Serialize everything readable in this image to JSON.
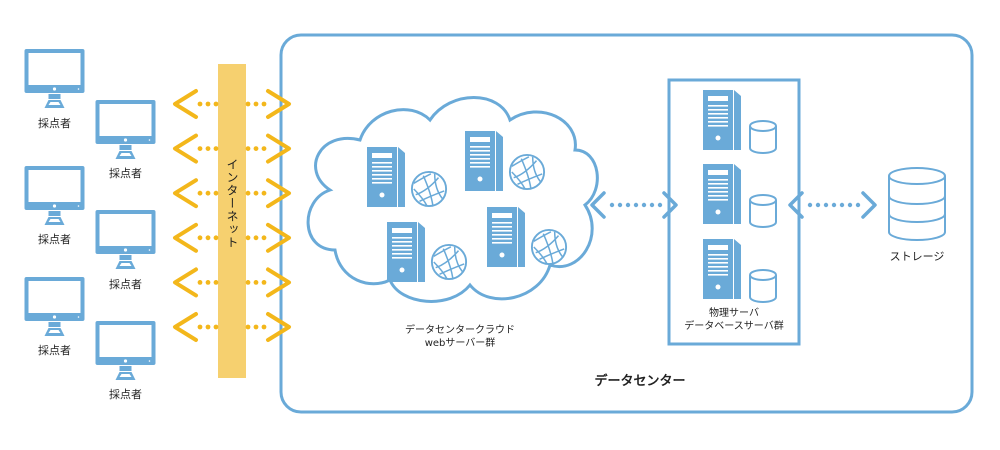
{
  "colors": {
    "blue": "#6aaad8",
    "yellow": "#f3b71b",
    "internet_bar": "#f6d06f",
    "text": "#222222"
  },
  "clients": [
    {
      "label": "採点者",
      "icon": "monitor-icon"
    },
    {
      "label": "採点者",
      "icon": "monitor-icon"
    },
    {
      "label": "採点者",
      "icon": "monitor-icon"
    },
    {
      "label": "採点者",
      "icon": "monitor-icon"
    },
    {
      "label": "採点者",
      "icon": "monitor-icon"
    },
    {
      "label": "採点者",
      "icon": "monitor-icon"
    }
  ],
  "internet": {
    "label": "インターネット",
    "connections": 6
  },
  "datacenter": {
    "label": "データセンター",
    "cloud": {
      "label_line1": "データセンタークラウド",
      "label_line2": "webサーバー群",
      "servers": 4,
      "icon": "web-server-globe-icon"
    },
    "db_group": {
      "label_line1": "物理サーバ",
      "label_line2": "データベースサーバ群",
      "servers": 3,
      "icon": "database-server-icon"
    },
    "storage": {
      "label": "ストレージ",
      "icon": "storage-cylinder-icon"
    }
  }
}
